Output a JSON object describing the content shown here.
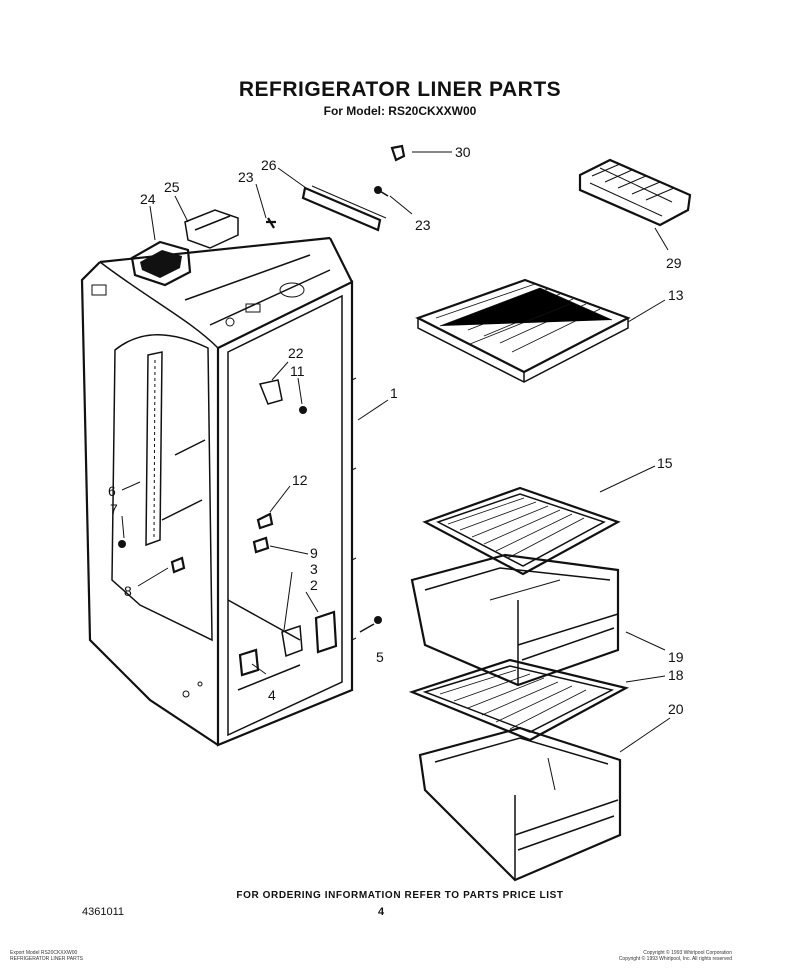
{
  "title": "REFRIGERATOR LINER PARTS",
  "subtitle": "For Model: RS20CKXXW00",
  "footer_note": "FOR ORDERING INFORMATION REFER TO PARTS PRICE LIST",
  "doc_number": "4361011",
  "page_number": "4",
  "fine_print_left": [
    "Export Model RS20CKXXW00",
    "REFRIGERATOR LINER PARTS"
  ],
  "fine_print_right": [
    "Copyright © 1993 Whirlpool Corporation",
    "Copyright © 1993 Whirlpool, Inc. All rights reserved"
  ],
  "callouts": {
    "c30": "30",
    "c29": "29",
    "c26": "26",
    "c25": "25",
    "c24": "24",
    "c23a": "23",
    "c23b": "23",
    "c13": "13",
    "c22": "22",
    "c11": "11",
    "c1": "1",
    "c6": "6",
    "c7": "7",
    "c12": "12",
    "c15": "15",
    "c9": "9",
    "c3": "3",
    "c2": "2",
    "c8": "8",
    "c5": "5",
    "c4": "4",
    "c19": "19",
    "c18": "18",
    "c20": "20"
  }
}
